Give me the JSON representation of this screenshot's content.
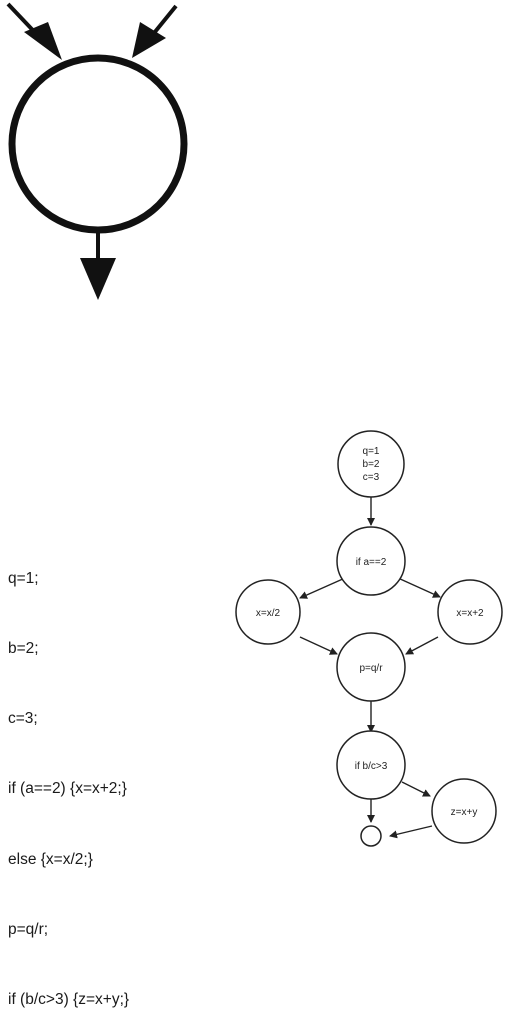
{
  "code": {
    "lines": [
      "q=1;",
      "b=2;",
      "c=3;",
      "if (a==2) {x=x+2;}",
      "else {x=x/2;}",
      "p=q/r;",
      "if (b/c>3) {z=x+y;}"
    ]
  },
  "graph": {
    "nodes": {
      "init": [
        "q=1",
        "b=2",
        "c=3"
      ],
      "cond_a": "if a==2",
      "x_div": "x=x/2",
      "x_add": "x=x+2",
      "p_assign": "p=q/r",
      "cond_bc": "if b/c>3",
      "z_assign": "z=x+y",
      "exit": ""
    }
  }
}
